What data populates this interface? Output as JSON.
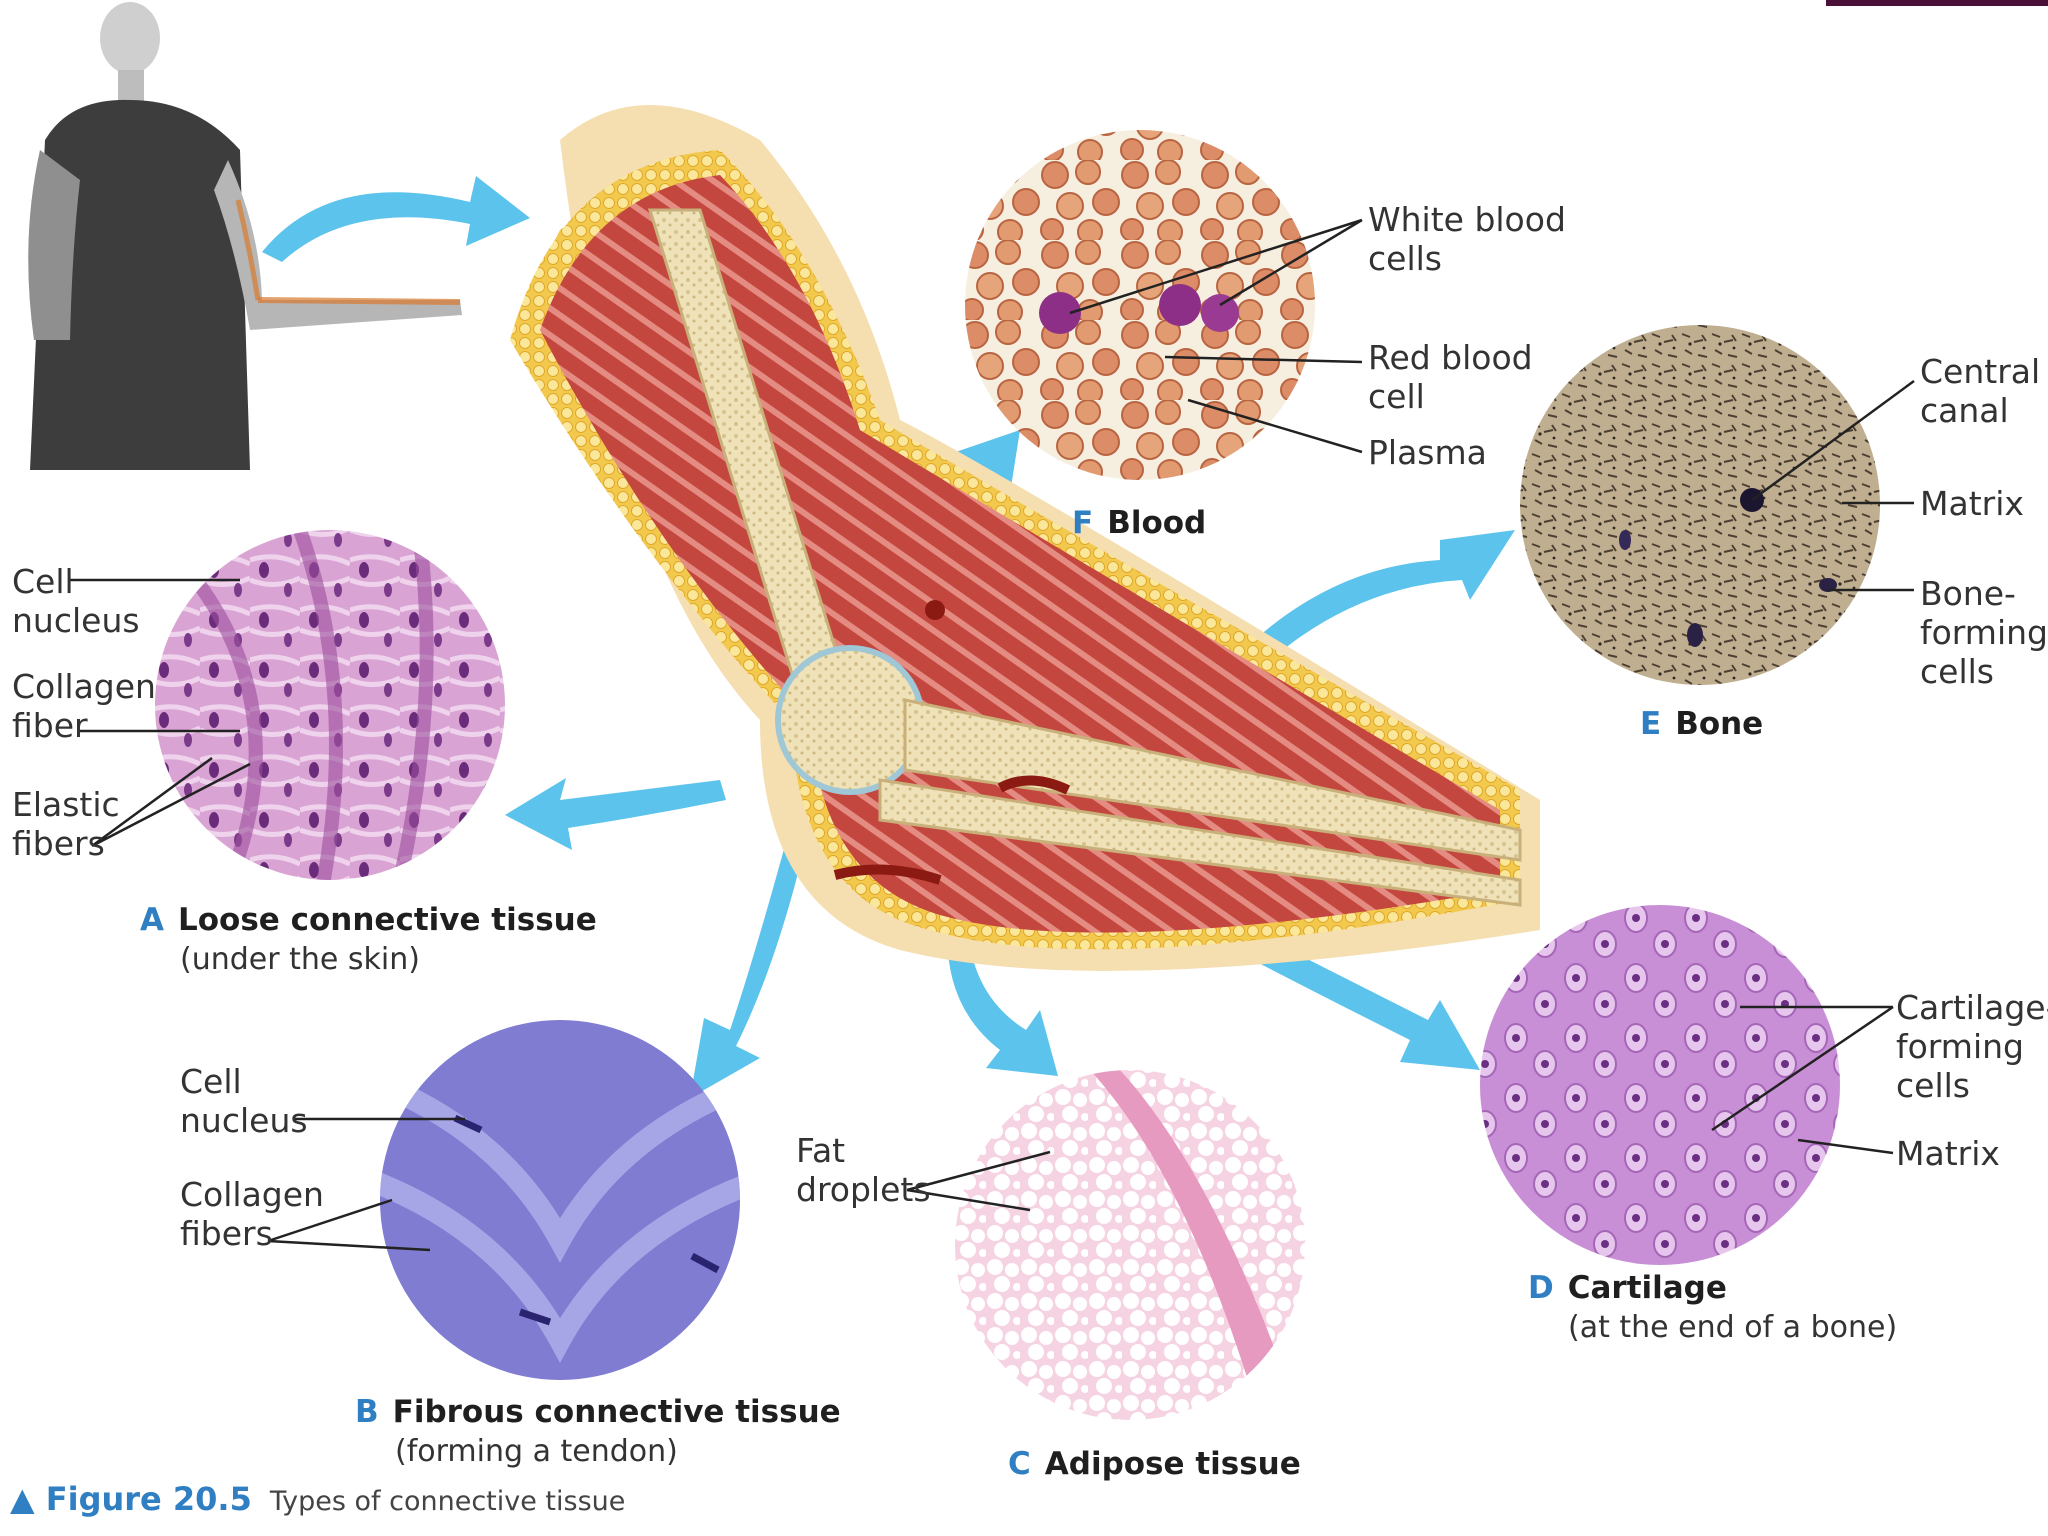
{
  "figure": {
    "number": "▲ Figure 20.5",
    "caption": "Types of connective tissue"
  },
  "panels": {
    "a": {
      "letter": "A",
      "title": "Loose connective tissue",
      "subtitle": "(under the skin)",
      "labels": {
        "cell_nucleus": [
          "Cell",
          "nucleus"
        ],
        "collagen_fiber": [
          "Collagen",
          "fiber"
        ],
        "elastic_fibers": [
          "Elastic",
          "fibers"
        ]
      }
    },
    "b": {
      "letter": "B",
      "title": "Fibrous connective tissue",
      "subtitle": "(forming a tendon)",
      "labels": {
        "cell_nucleus": [
          "Cell",
          "nucleus"
        ],
        "collagen_fibers": [
          "Collagen",
          "fibers"
        ]
      }
    },
    "c": {
      "letter": "C",
      "title": "Adipose tissue",
      "labels": {
        "fat_droplets": [
          "Fat",
          "droplets"
        ]
      }
    },
    "d": {
      "letter": "D",
      "title": "Cartilage",
      "subtitle": "(at the end of a bone)",
      "labels": {
        "cartilage_cells": [
          "Cartilage-",
          "forming",
          "cells"
        ],
        "matrix": "Matrix"
      }
    },
    "e": {
      "letter": "E",
      "title": "Bone",
      "labels": {
        "central_canal": [
          "Central",
          "canal"
        ],
        "matrix": "Matrix",
        "bone_cells": [
          "Bone-",
          "forming",
          "cells"
        ]
      }
    },
    "f": {
      "letter": "F",
      "title": "Blood",
      "labels": {
        "white_blood_cells": [
          "White blood",
          "cells"
        ],
        "red_blood_cell": [
          "Red blood",
          "cell"
        ],
        "plasma": "Plasma"
      }
    }
  },
  "colors": {
    "arrow": "#5bc3ec",
    "letter": "#2f7fc2",
    "muscle": "#c9544c",
    "bone": "#ecdcae",
    "fat": "#f2d16a"
  }
}
